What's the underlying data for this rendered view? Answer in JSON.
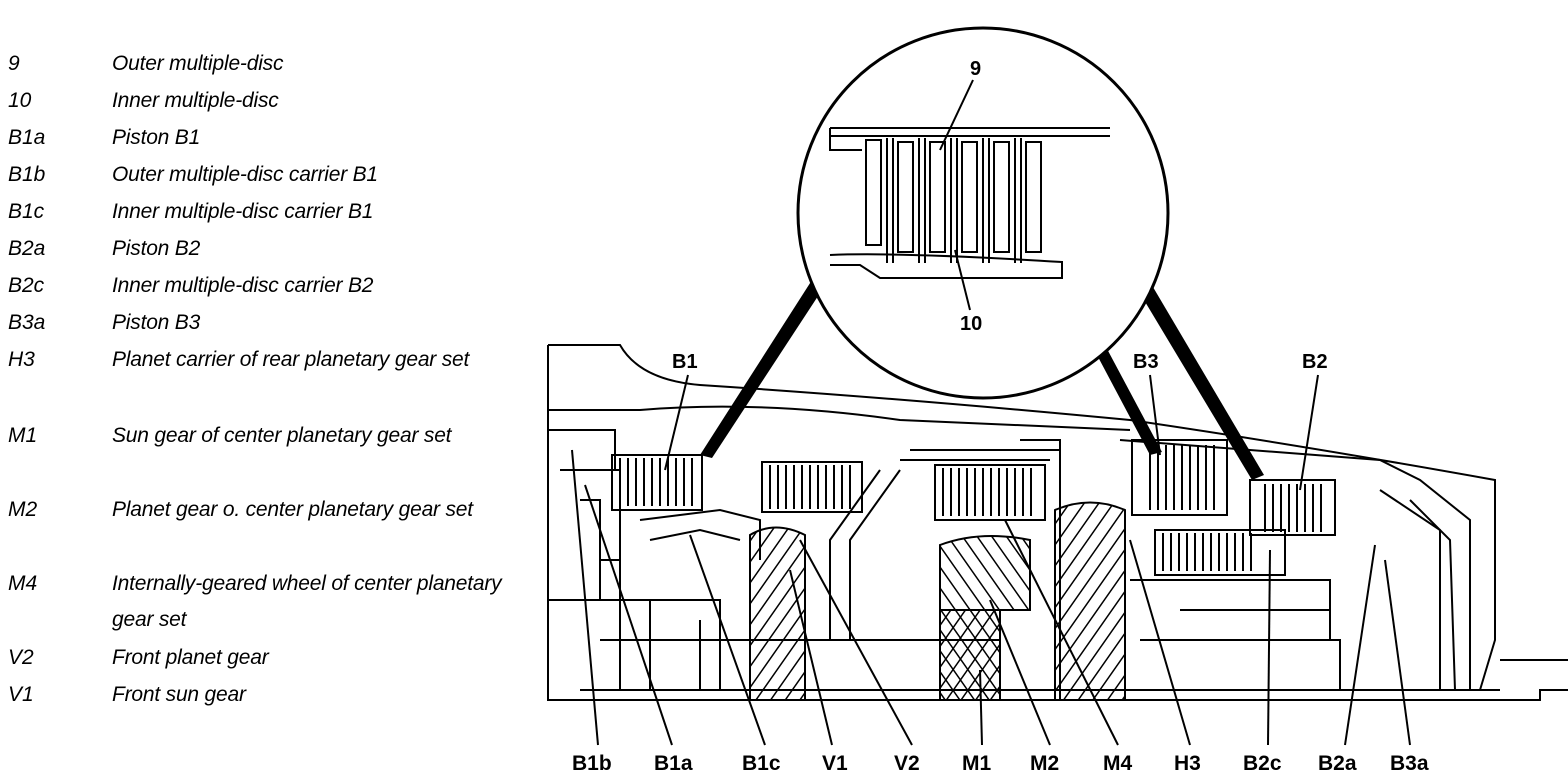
{
  "legend": [
    {
      "code": "9",
      "text": "Outer multiple-disc"
    },
    {
      "code": "10",
      "text": "Inner multiple-disc"
    },
    {
      "code": "B1a",
      "text": "Piston B1"
    },
    {
      "code": "B1b",
      "text": "Outer multiple-disc carrier B1"
    },
    {
      "code": "B1c",
      "text": "Inner multiple-disc carrier B1"
    },
    {
      "code": "B2a",
      "text": "Piston B2"
    },
    {
      "code": "B2c",
      "text": "Inner multiple-disc carrier B2"
    },
    {
      "code": "B3a",
      "text": "Piston B3"
    },
    {
      "code": "H3",
      "text": "Planet carrier of rear planetary gear set"
    },
    {
      "code": "M1",
      "text": "Sun gear of center planetary gear set"
    },
    {
      "code": "M2",
      "text": "Planet gear o. center planetary gear set"
    },
    {
      "code": "M4",
      "text": "Internally-geared wheel of center planetary gear set"
    },
    {
      "code": "V2",
      "text": "Front planet gear"
    },
    {
      "code": "V1",
      "text": "Front sun gear"
    }
  ],
  "detail": {
    "top_label": "9",
    "bottom_label": "10"
  },
  "clutch_labels": {
    "b1": "B1",
    "b3": "B3",
    "b2": "B2"
  },
  "bottom_labels": [
    "B1b",
    "B1a",
    "B1c",
    "V1",
    "V2",
    "M1",
    "M2",
    "M4",
    "H3",
    "B2c",
    "B2a",
    "B3a"
  ]
}
